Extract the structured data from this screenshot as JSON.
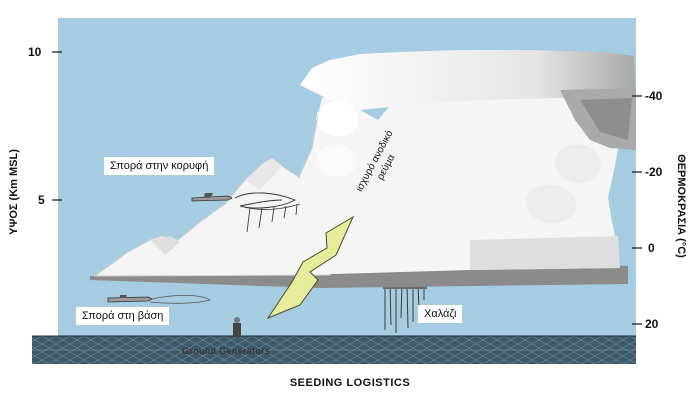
{
  "figure": {
    "footer_title": "SEEDING LOGISTICS",
    "left_axis": {
      "title": "ΥΨΟΣ  (Km MSL)",
      "ticks": [
        "10",
        "5"
      ]
    },
    "right_axis": {
      "title": "ΘΕΡΜΟΚΡΑΣΙΑ  (°C)",
      "ticks": [
        "-40",
        "-20",
        "0",
        "20"
      ]
    },
    "labels": {
      "top_seeding": "Σπορά στην κορυφή",
      "base_seeding": "Σπορά στη βάση",
      "hail": "Χαλάζι",
      "updraft_line1": "ισχυρό ανοδικό",
      "updraft_line2": "ρεύμα",
      "ground_generators": "Ground  Generators"
    },
    "colors": {
      "sky": "#a6cce2",
      "cloud": "#f4f4f4",
      "cloud_shadow": "#b9b9b9",
      "arrow_fill": "#e6ed9a",
      "ground": "#3d5a6b"
    }
  }
}
